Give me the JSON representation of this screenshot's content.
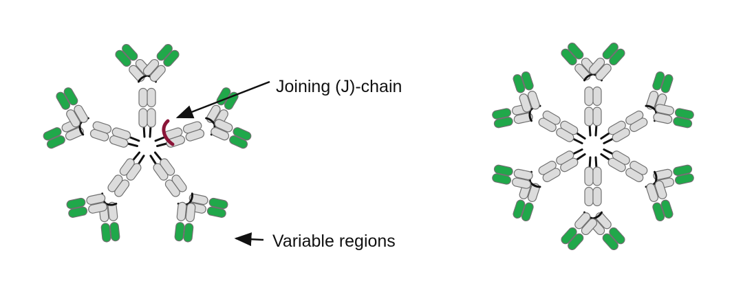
{
  "labels": {
    "j_chain": "Joining (J)-chain",
    "variable_regions": "Variable regions"
  },
  "diagrams": [
    {
      "id": "pentamer-with-j-chain",
      "arms": 5,
      "has_j_chain": true
    },
    {
      "id": "hexamer",
      "arms": 6,
      "has_j_chain": false
    }
  ],
  "colors": {
    "constant_domain": "#dcdcdc",
    "variable_domain": "#20a84a",
    "domain_outline": "#707070",
    "linker": "#111111",
    "j_chain": "#8b1538",
    "arrow": "#111111"
  }
}
